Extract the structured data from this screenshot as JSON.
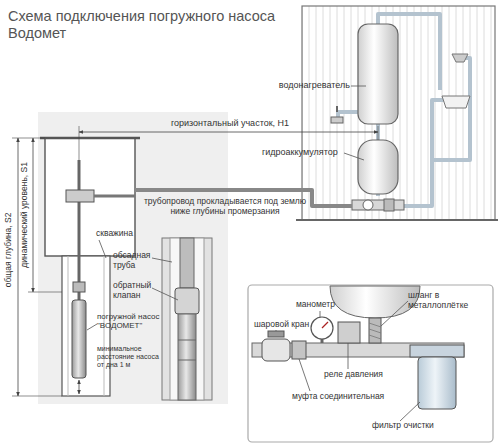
{
  "diagram": {
    "title": "Схема подключения погружного насоса Водомет",
    "labels": [
      "водонагреватель",
      "горизонтальный участок, H1",
      "гидроаккумулятор",
      "трубопровод прокладывается под землю ниже глубины промерзания",
      "общая глубина, S2",
      "динамический уровень, S1",
      "скважина",
      "обсадная труба",
      "обратный клапан",
      "погружной насос \"ВОДОМЕТ\"",
      "минимальное расстояние насоса от дна 1 м",
      "манометр",
      "шланг в металлоплётке",
      "шаровой кран",
      "реле давления",
      "муфта соединительная",
      "фильтр очистки"
    ]
  }
}
